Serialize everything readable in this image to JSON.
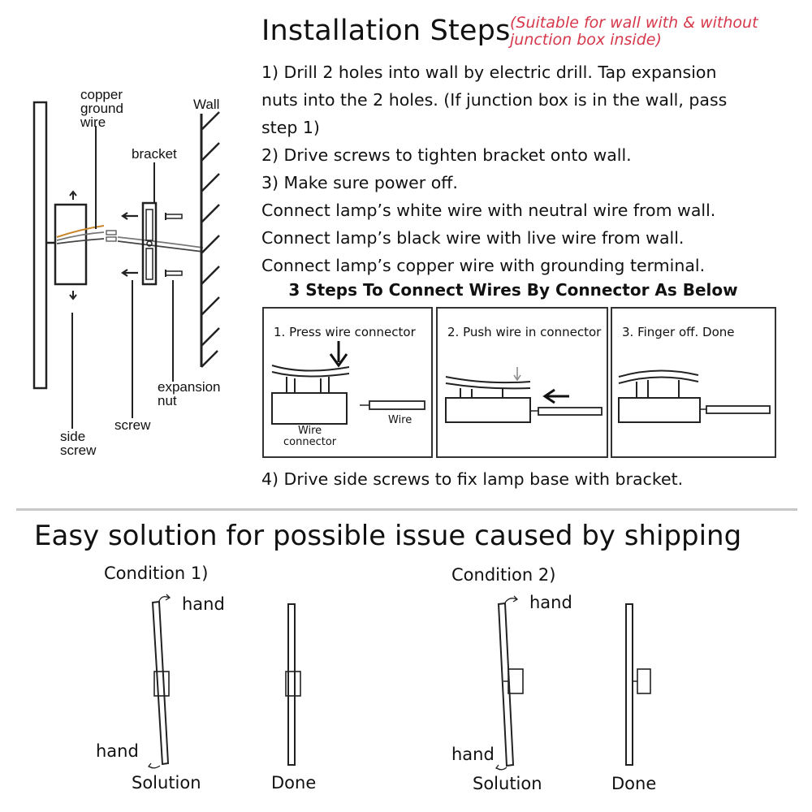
{
  "header": {
    "title": "Installation Steps",
    "note": "(Suitable for wall with & without junction box inside)"
  },
  "steps": [
    "1) Drill 2 holes into wall by electric drill. Tap expansion",
    "nuts into the 2 holes. (If junction box is in the wall, pass",
    "step 1)",
    "2) Drive screws to tighten bracket onto wall.",
    "3) Make sure power off.",
    "Connect lamp’s white wire with neutral wire from wall.",
    "Connect lamp’s black wire with live wire from wall.",
    "Connect lamp’s copper wire with grounding terminal."
  ],
  "connector": {
    "heading": "3 Steps To Connect Wires By Connector As Below",
    "panels": [
      "1. Press wire connector",
      "2. Push wire in connector",
      "3. Finger off. Done"
    ],
    "wire_label": "Wire",
    "connector_label_1": "Wire",
    "connector_label_2": "connector"
  },
  "step4": "4) Drive side screws to fix lamp base with bracket.",
  "diagram": {
    "copper_1": "copper",
    "copper_2": "ground",
    "copper_3": "wire",
    "wall": "Wall",
    "bracket": "bracket",
    "expansion_1": "expansion",
    "expansion_2": "nut",
    "screw": "screw",
    "side_1": "side",
    "side_2": "screw"
  },
  "solution": {
    "heading": "Easy solution for possible issue caused by shipping",
    "condition1": "Condition 1)",
    "condition2": "Condition 2)",
    "hand": "hand",
    "solution_label": "Solution",
    "done_label": "Done"
  },
  "colors": {
    "note": "#d6384b",
    "separator": "#c8c8c8",
    "copper": "#c8862a"
  }
}
